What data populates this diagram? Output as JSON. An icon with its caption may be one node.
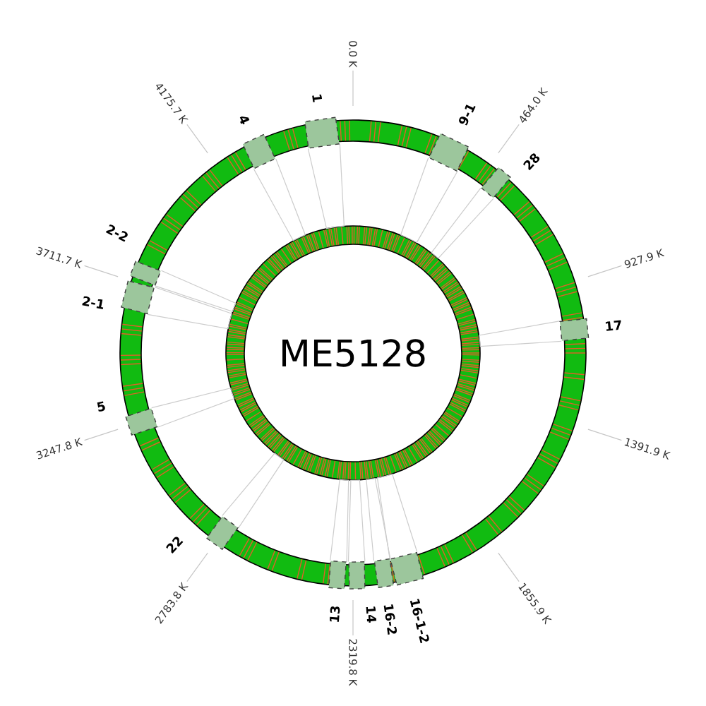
{
  "diagram": {
    "nodes": [
      {
        "text": [],
        "shape": "circle"
      },
      {
        "text": [
          "4"
        ]
      },
      {
        "text": [
          "1"
        ]
      },
      {
        "text": [
          "9-1"
        ]
      },
      {
        "text": [
          "28"
        ]
      },
      {
        "text": [
          "17"
        ]
      },
      {
        "text": [
          "16-1-2"
        ]
      },
      {
        "text": [
          "16-2"
        ]
      },
      {
        "text": [
          "14"
        ]
      },
      {
        "text": [
          "13"
        ]
      },
      {
        "text": [
          "22"
        ]
      },
      {
        "text": [
          "5"
        ]
      },
      {
        "text": [
          "2-1"
        ]
      },
      {
        "text": [
          "2-2"
        ]
      }
    ],
    "edges": [
      {
        "from": 1,
        "to": 0,
        "arrow": "none"
      },
      {
        "from": 2,
        "to": 0,
        "arrow": "none"
      },
      {
        "from": 3,
        "to": 0,
        "arrow": "none"
      },
      {
        "from": 4,
        "to": 0,
        "arrow": "none"
      },
      {
        "from": 5,
        "to": 0,
        "arrow": "none"
      },
      {
        "from": 6,
        "to": 0,
        "arrow": "none"
      },
      {
        "from": 7,
        "to": 0,
        "arrow": "none"
      },
      {
        "from": 8,
        "to": 0,
        "arrow": "none"
      },
      {
        "from": 9,
        "to": 0,
        "arrow": "none"
      },
      {
        "from": 10,
        "to": 0,
        "arrow": "none"
      },
      {
        "from": 11,
        "to": 0,
        "arrow": "none"
      },
      {
        "from": 12,
        "to": 0,
        "arrow": "none"
      },
      {
        "from": 13,
        "to": 0,
        "arrow": "none"
      }
    ],
    "labels": [
      "ME5128",
      "0.0 K",
      "464.0 K",
      "927.9 K",
      "1391.9 K",
      "1855.9 K",
      "2319.8 K",
      "2783.8 K",
      "3247.8 K",
      "3711.7 K",
      "4175.7 K"
    ]
  }
}
